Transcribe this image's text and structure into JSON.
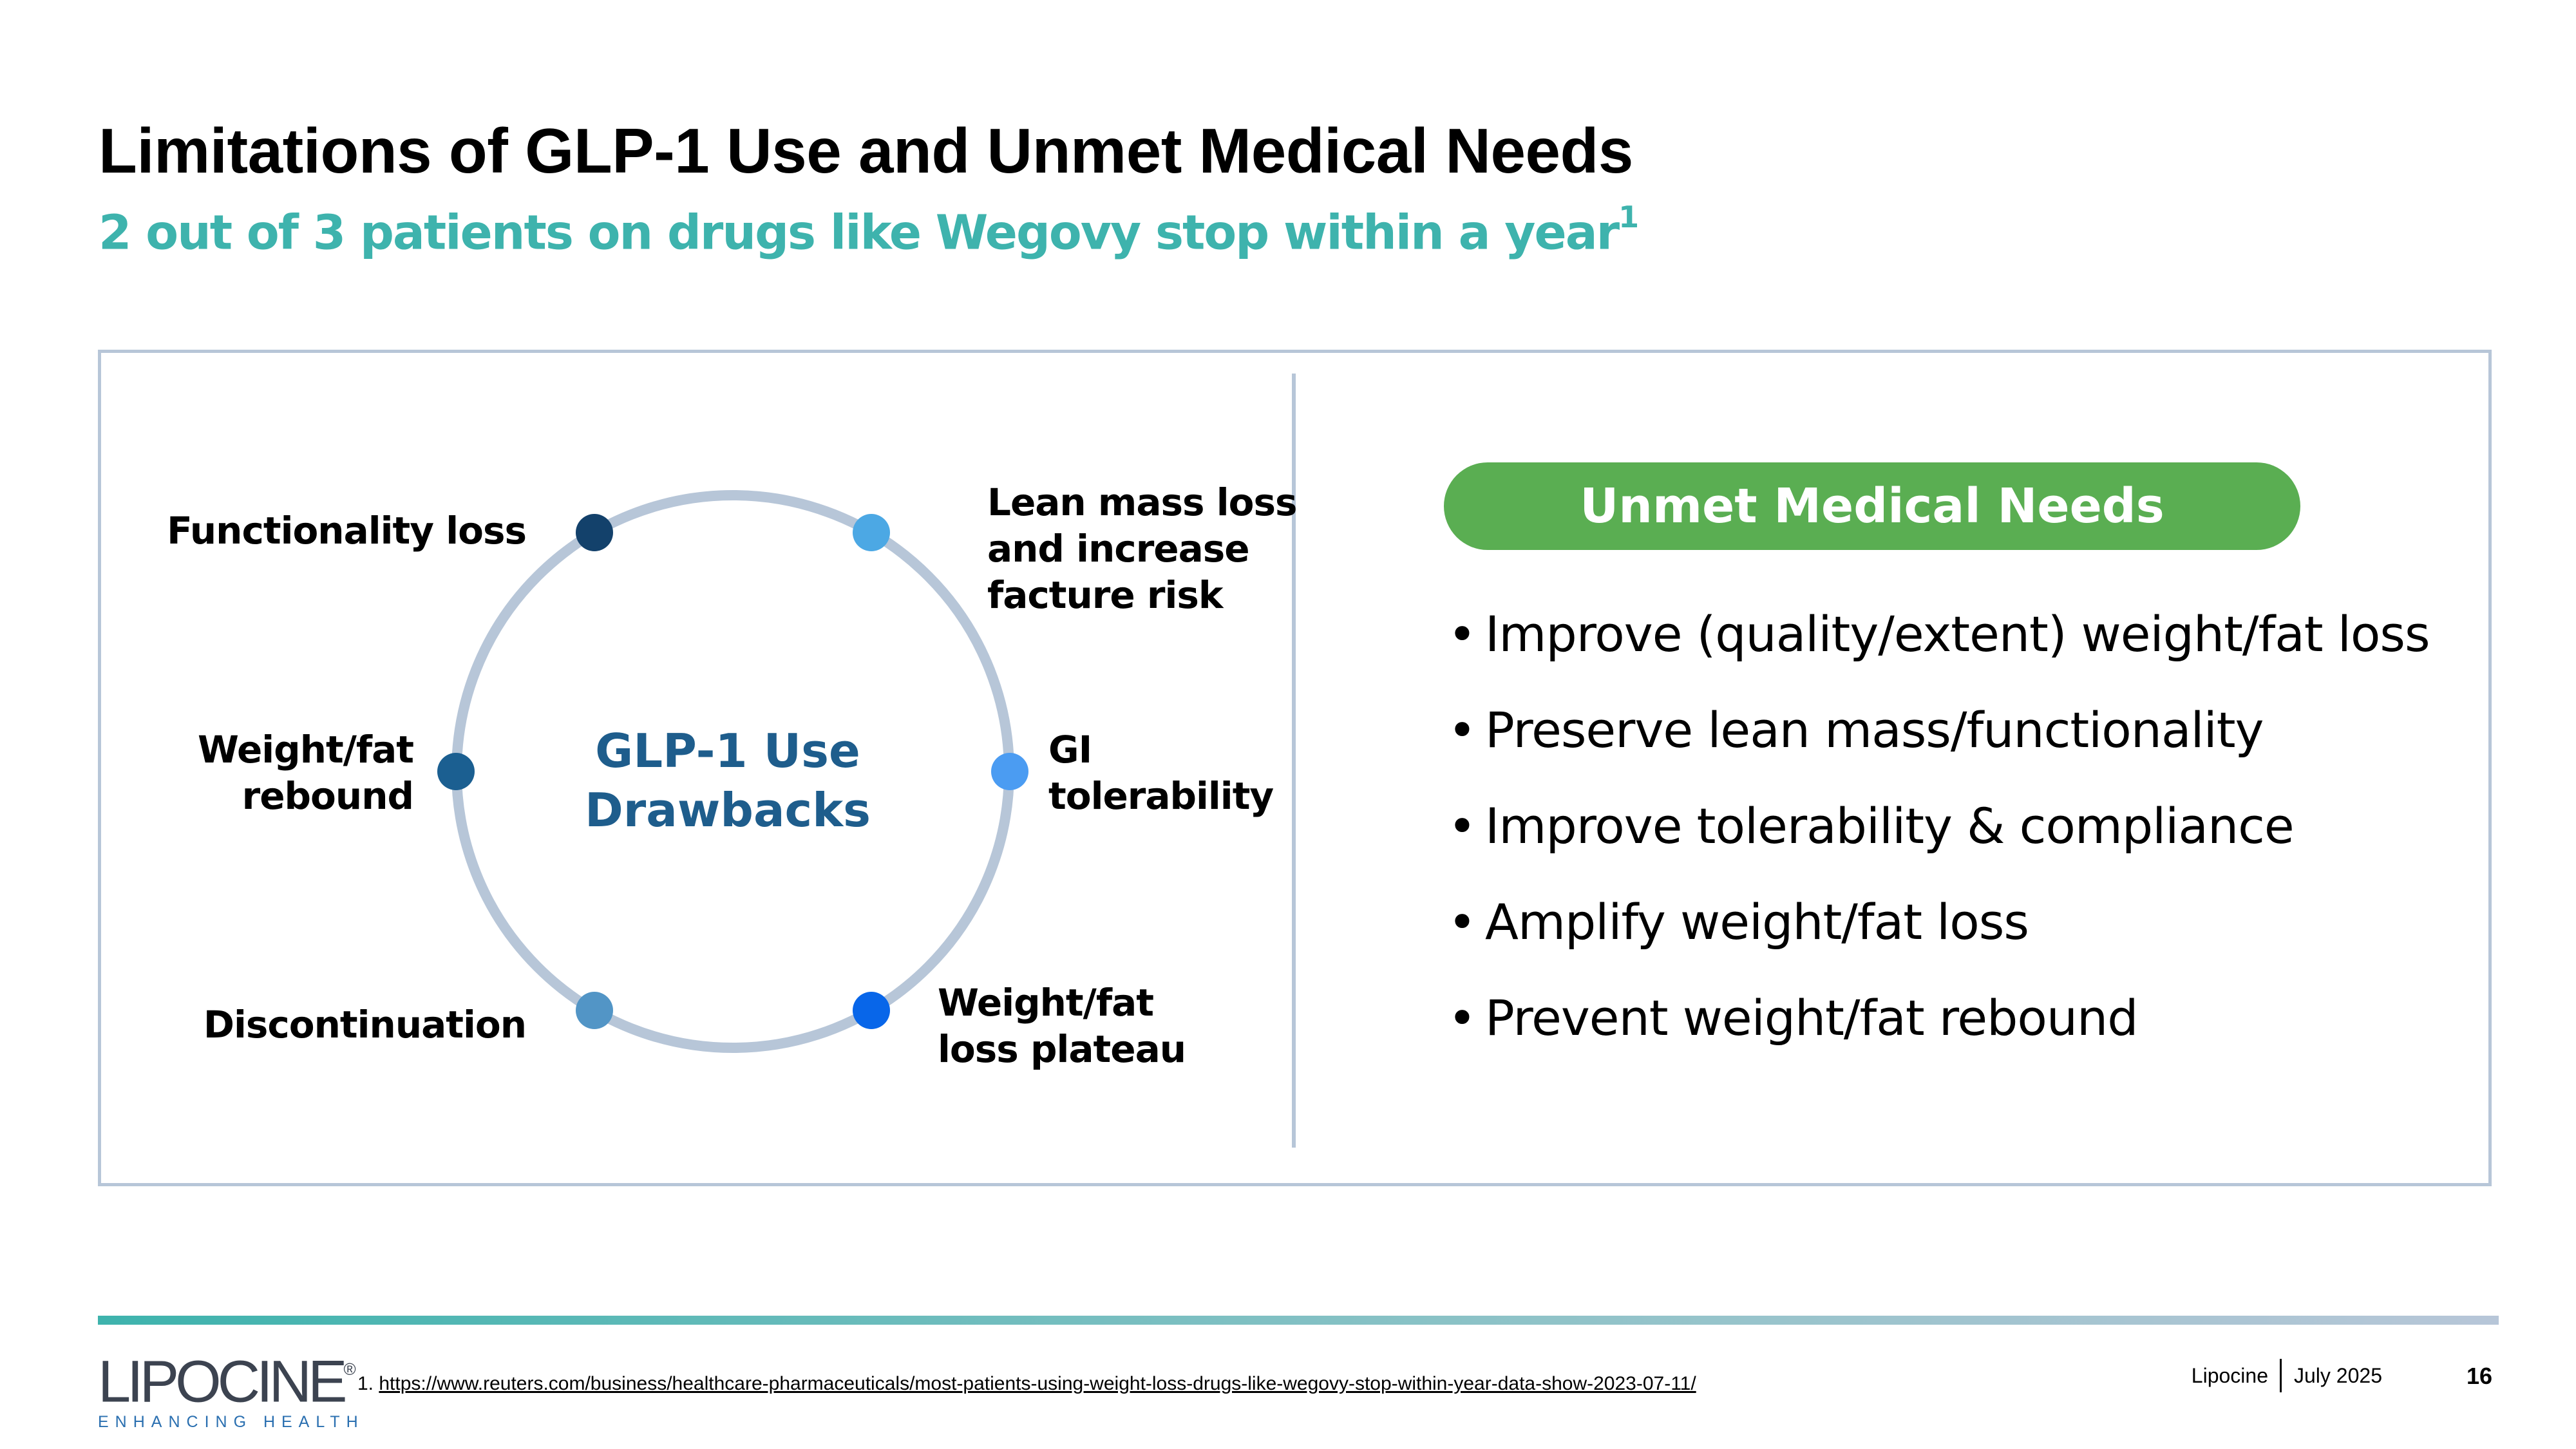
{
  "slide": {
    "title": "Limitations of GLP-1 Use and Unmet Medical Needs",
    "subtitle": "2 out of 3 patients on drugs like Wegovy stop within a year",
    "subtitle_superscript": "1"
  },
  "diagram": {
    "center_label": "GLP-1 Use\nDrawbacks",
    "nodes": [
      {
        "label": "Functionality loss",
        "color": "#13416b"
      },
      {
        "label": "Lean mass loss\nand increase\nfacture risk",
        "color": "#4ca8e4"
      },
      {
        "label": "Weight/fat\nrebound",
        "color": "#1b5f91"
      },
      {
        "label": "GI\ntolerability",
        "color": "#4b9cf2"
      },
      {
        "label": "Discontinuation",
        "color": "#5295c6"
      },
      {
        "label": "Weight/fat\nloss plateau",
        "color": "#0866e9"
      }
    ],
    "ring_color": "#b7c6d8"
  },
  "unmet_needs": {
    "header": "Unmet Medical Needs",
    "bullet": "•",
    "items": [
      "Improve (quality/extent) weight/fat loss",
      "Preserve lean mass/functionality",
      "Improve tolerability & compliance",
      "Amplify weight/fat loss",
      "Prevent weight/fat rebound"
    ]
  },
  "footer": {
    "logo_text": "LIPOCINE",
    "logo_mark": "®",
    "logo_tagline": "ENHANCING HEALTH",
    "footnote_number": "1.",
    "footnote_url": "https://www.reuters.com/business/healthcare-pharmaceuticals/most-patients-using-weight-loss-drugs-like-wegovy-stop-within-year-data-show-2023-07-11/",
    "company": "Lipocine",
    "date": "July 2025",
    "page_number": "16"
  },
  "colors": {
    "title": "#000000",
    "subtitle": "#3eb3ad",
    "center_label": "#1e5d8c",
    "pill": "#5aae52",
    "border": "#b7c6d8"
  }
}
